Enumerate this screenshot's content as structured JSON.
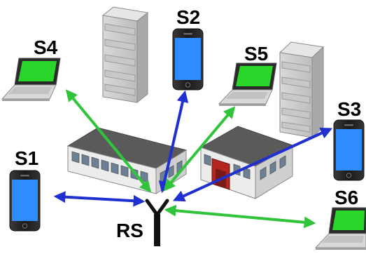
{
  "diagram": {
    "relay_station": {
      "label": "RS"
    },
    "stations": [
      {
        "id": "s1",
        "label": "S1",
        "device": "smartphone"
      },
      {
        "id": "s2",
        "label": "S2",
        "device": "smartphone"
      },
      {
        "id": "s3",
        "label": "S3",
        "device": "smartphone"
      },
      {
        "id": "s4",
        "label": "S4",
        "device": "laptop"
      },
      {
        "id": "s5",
        "label": "S5",
        "device": "laptop"
      },
      {
        "id": "s6",
        "label": "S6",
        "device": "laptop"
      }
    ],
    "links": [
      {
        "from": "RS",
        "to": "S1",
        "color": "#1f2fd0"
      },
      {
        "from": "RS",
        "to": "S2",
        "color": "#1f2fd0"
      },
      {
        "from": "RS",
        "to": "S3",
        "color": "#1f2fd0"
      },
      {
        "from": "RS",
        "to": "S4",
        "color": "#2fc43a"
      },
      {
        "from": "RS",
        "to": "S5",
        "color": "#2fc43a"
      },
      {
        "from": "RS",
        "to": "S6",
        "color": "#2fc43a"
      }
    ],
    "colors": {
      "smartphone_link": "#1f2fd0",
      "laptop_link": "#2fc43a",
      "phone_screen": "#2f8cff",
      "laptop_screen": "#2bd62b"
    }
  }
}
